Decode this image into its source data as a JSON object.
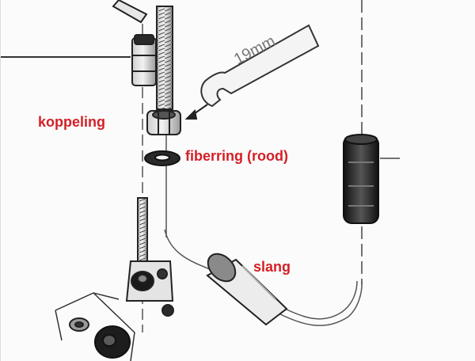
{
  "labels": {
    "koppeling": "koppeling",
    "fiberring": "fiberring (rood)",
    "slang": "slang"
  },
  "wrench": {
    "size_text": "19mm"
  },
  "colors": {
    "label": "#d32027",
    "line": "#333333",
    "part_dark": "#1c1c1c",
    "part_mid": "#8a8a8a",
    "part_light": "#d8d8d8"
  }
}
